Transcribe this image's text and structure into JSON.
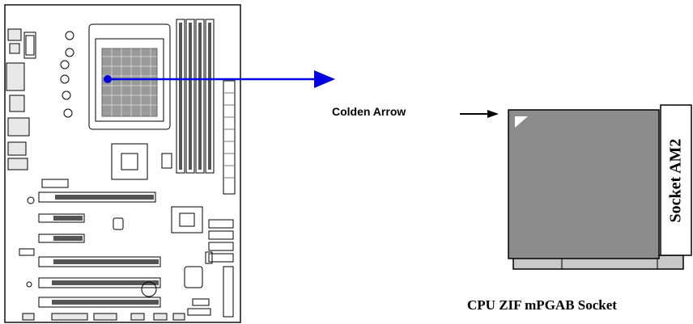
{
  "diagram": {
    "arrow_label": "Colden Arrow",
    "socket_side_label": "Socket AM2",
    "caption": "CPU ZIF mPGAB Socket"
  },
  "colors": {
    "pointer_arrow": "#0000e0",
    "cpu_body": "#8c8c8c",
    "socket_base": "#c8c8c8",
    "board_outline": "#000000"
  },
  "icons": {
    "motherboard": "motherboard-layout-icon",
    "cpu_socket": "cpu-socket-icon",
    "pointer": "arrow-right-icon"
  }
}
